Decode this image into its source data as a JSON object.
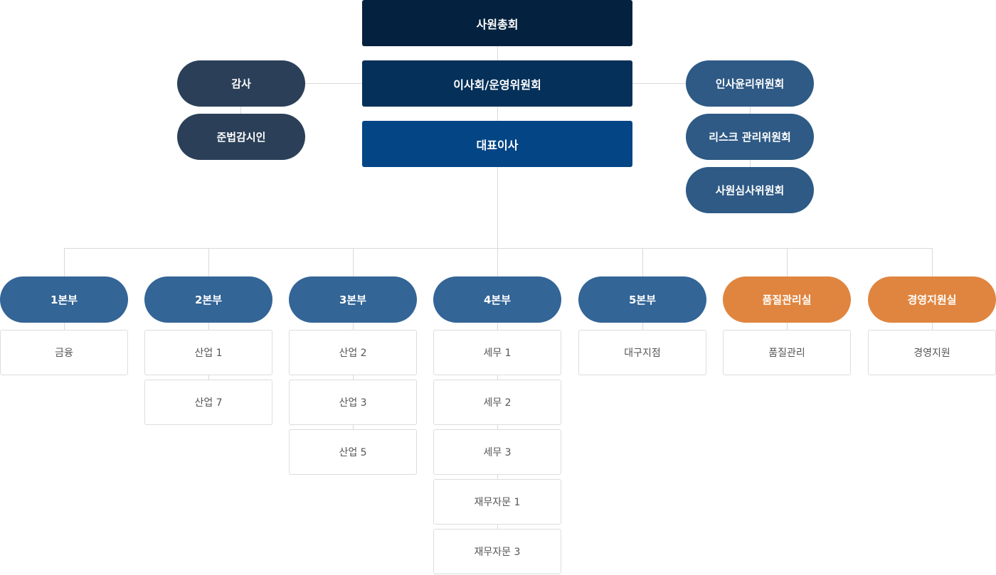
{
  "colors": {
    "navy_dark": "#04223f",
    "navy_mid": "#043059",
    "navy_blue": "#034585",
    "slate_dark": "#2b4058",
    "slate_blue": "#2e5a85",
    "division_blue": "#336596",
    "orange": "#e0853f",
    "connector": "#d9d9d9",
    "sub_border": "#dddddd",
    "sub_text": "#555555"
  },
  "top": {
    "general_meeting": "사원총회",
    "board": "이사회/운영위원회",
    "ceo": "대표이사"
  },
  "left_branch": [
    "감사",
    "준법감시인"
  ],
  "right_branch": [
    "인사윤리위원회",
    "리스크 관리위원회",
    "사원심사위원회"
  ],
  "divisions": [
    {
      "label": "1본부",
      "color": "blue",
      "units": [
        "금융"
      ]
    },
    {
      "label": "2본부",
      "color": "blue",
      "units": [
        "산업 1",
        "산업 7"
      ]
    },
    {
      "label": "3본부",
      "color": "blue",
      "units": [
        "산업 2",
        "산업 3",
        "산업 5"
      ]
    },
    {
      "label": "4본부",
      "color": "blue",
      "units": [
        "세무 1",
        "세무 2",
        "세무 3",
        "재무자문 1",
        "재무자문 3"
      ]
    },
    {
      "label": "5본부",
      "color": "blue",
      "units": [
        "대구지점"
      ]
    },
    {
      "label": "품질관리실",
      "color": "orange",
      "units": [
        "품질관리"
      ]
    },
    {
      "label": "경영지원실",
      "color": "orange",
      "units": [
        "경영지원"
      ]
    }
  ]
}
